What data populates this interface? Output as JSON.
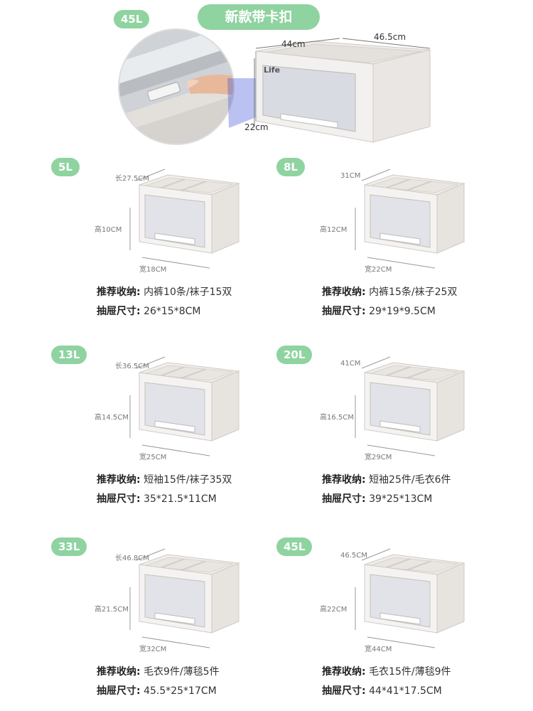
{
  "hero": {
    "capacity": "45L",
    "feature": "新款带卡扣",
    "dims": {
      "length": "44cm",
      "width": "46.5cm",
      "height": "22cm"
    },
    "brand_logo": "Life"
  },
  "labels": {
    "recommend": "推荐收纳:",
    "size": "抽屉尺寸:"
  },
  "products": [
    {
      "capacity": "5L",
      "length": "长27.5CM",
      "height": "高10CM",
      "width": "宽18CM",
      "recommend": "内裤10条/袜子15双",
      "size": "26*15*8CM"
    },
    {
      "capacity": "8L",
      "length": "31CM",
      "height": "高12CM",
      "width": "宽22CM",
      "recommend": "内裤15条/袜子25双",
      "size": "29*19*9.5CM"
    },
    {
      "capacity": "13L",
      "length": "长36.5CM",
      "height": "高14.5CM",
      "width": "宽25CM",
      "recommend": "短袖15件/袜子35双",
      "size": "35*21.5*11CM"
    },
    {
      "capacity": "20L",
      "length": "41CM",
      "height": "高16.5CM",
      "width": "宽29CM",
      "recommend": "短袖25件/毛衣6件",
      "size": "39*25*13CM"
    },
    {
      "capacity": "33L",
      "length": "长46.8CM",
      "height": "高21.5CM",
      "width": "宽32CM",
      "recommend": "毛衣9件/薄毯5件",
      "size": "45.5*25*17CM"
    },
    {
      "capacity": "45L",
      "length": "46.5CM",
      "height": "高22CM",
      "width": "宽44CM",
      "recommend": "毛衣15件/薄毯9件",
      "size": "44*41*17.5CM"
    }
  ],
  "colors": {
    "accent": "#8fd3a0",
    "box": "#eeebe8",
    "box_edge": "#cfcac5"
  }
}
